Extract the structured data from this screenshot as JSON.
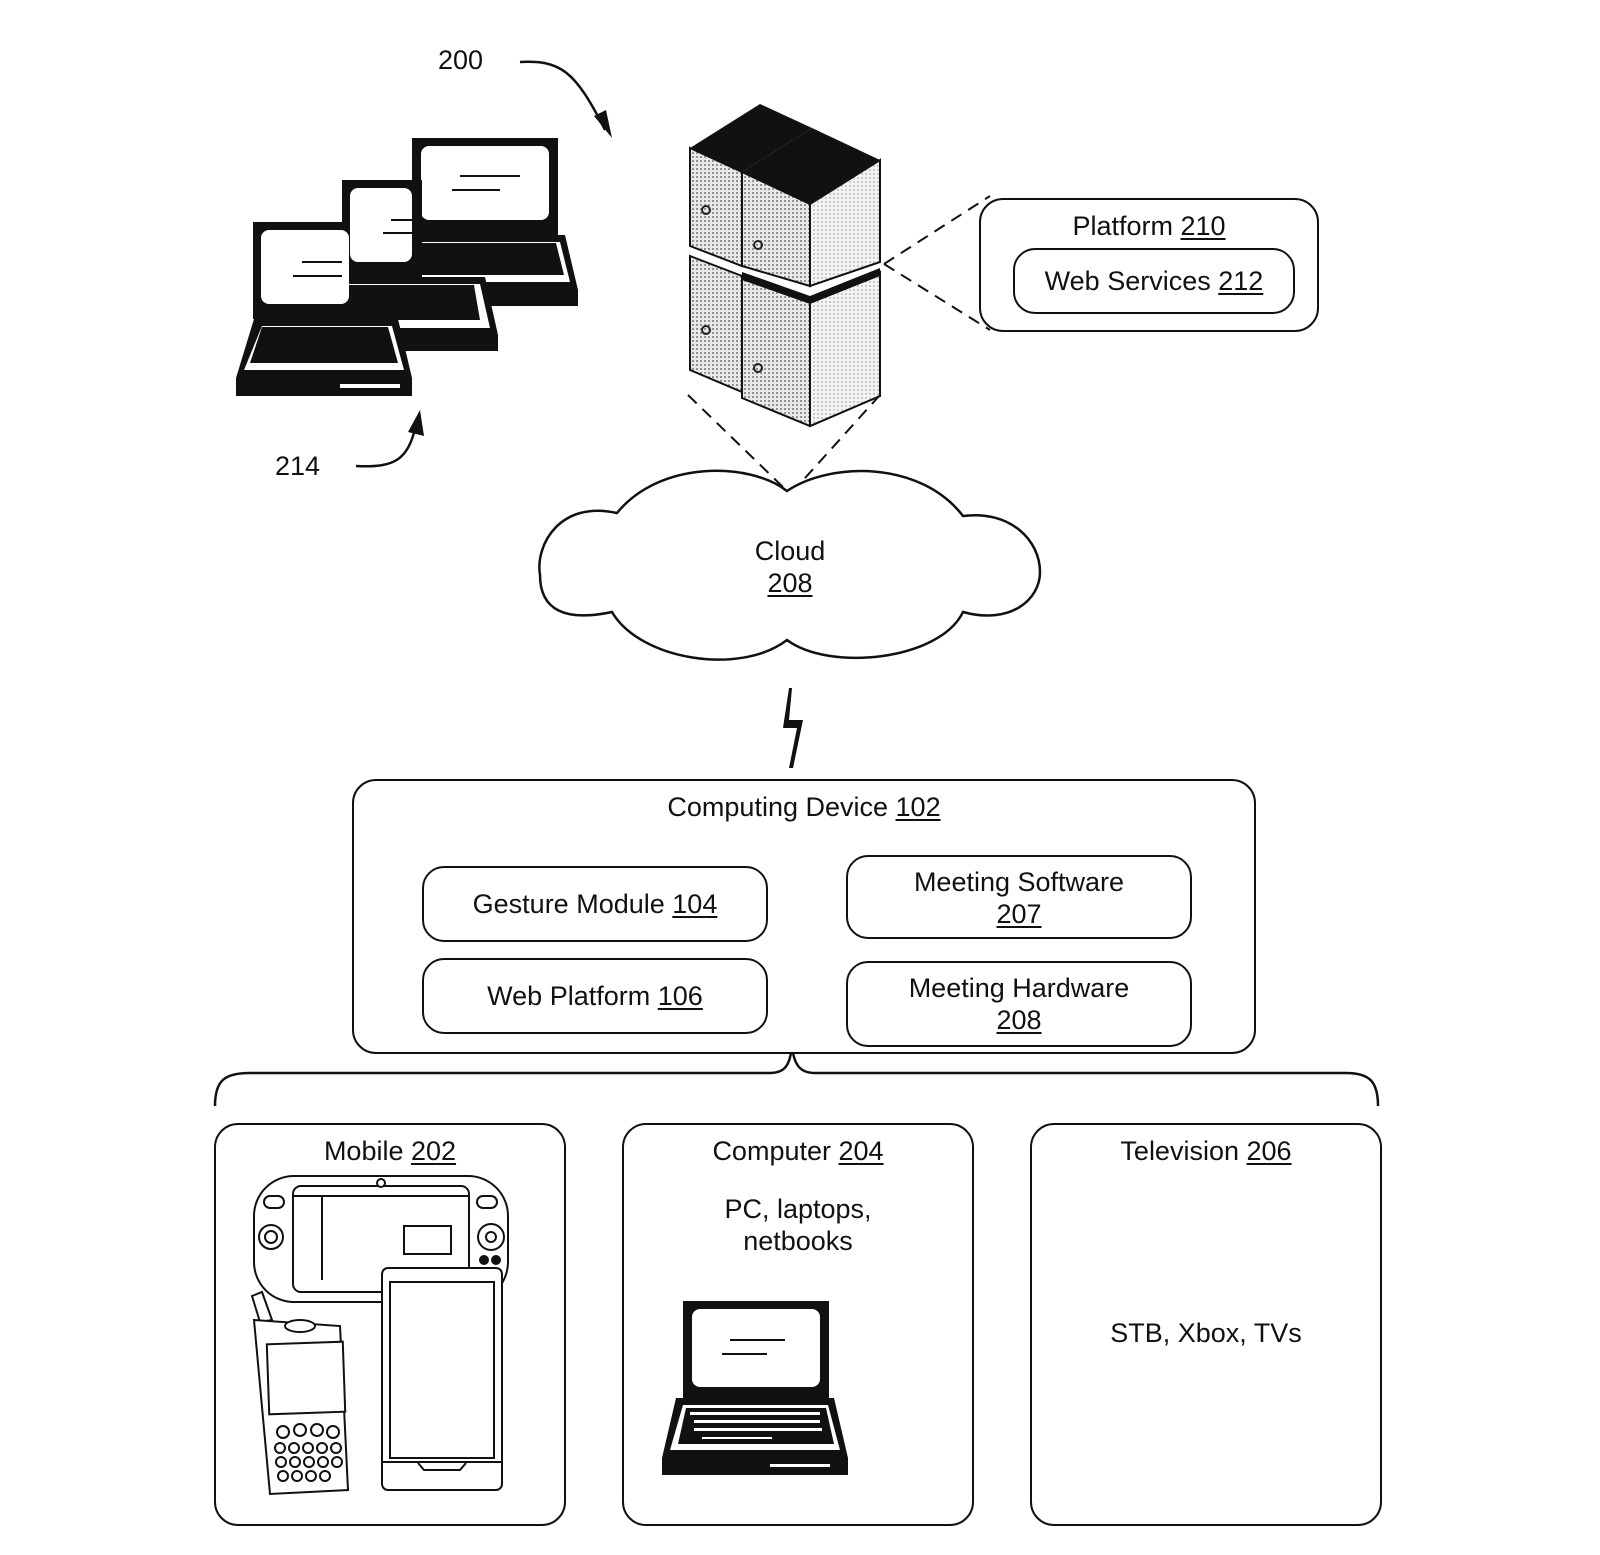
{
  "figure": {
    "ref_main": "200",
    "ref_laptops": "214"
  },
  "platform": {
    "label": "Platform",
    "ref": "210",
    "web_services": {
      "label": "Web Services",
      "ref": "212"
    }
  },
  "cloud": {
    "label": "Cloud",
    "ref": "208"
  },
  "computing_device": {
    "label": "Computing Device",
    "ref": "102",
    "modules": [
      {
        "label": "Gesture Module",
        "ref": "104"
      },
      {
        "label": "Web Platform",
        "ref": "106"
      },
      {
        "label": "Meeting Software",
        "ref": "207"
      },
      {
        "label": "Meeting Hardware",
        "ref": "208"
      }
    ]
  },
  "devices": [
    {
      "label": "Mobile",
      "ref": "202",
      "description": ""
    },
    {
      "label": "Computer",
      "ref": "204",
      "description_line1": "PC, laptops,",
      "description_line2": "netbooks"
    },
    {
      "label": "Television",
      "ref": "206",
      "description": "STB, Xbox, TVs"
    }
  ]
}
